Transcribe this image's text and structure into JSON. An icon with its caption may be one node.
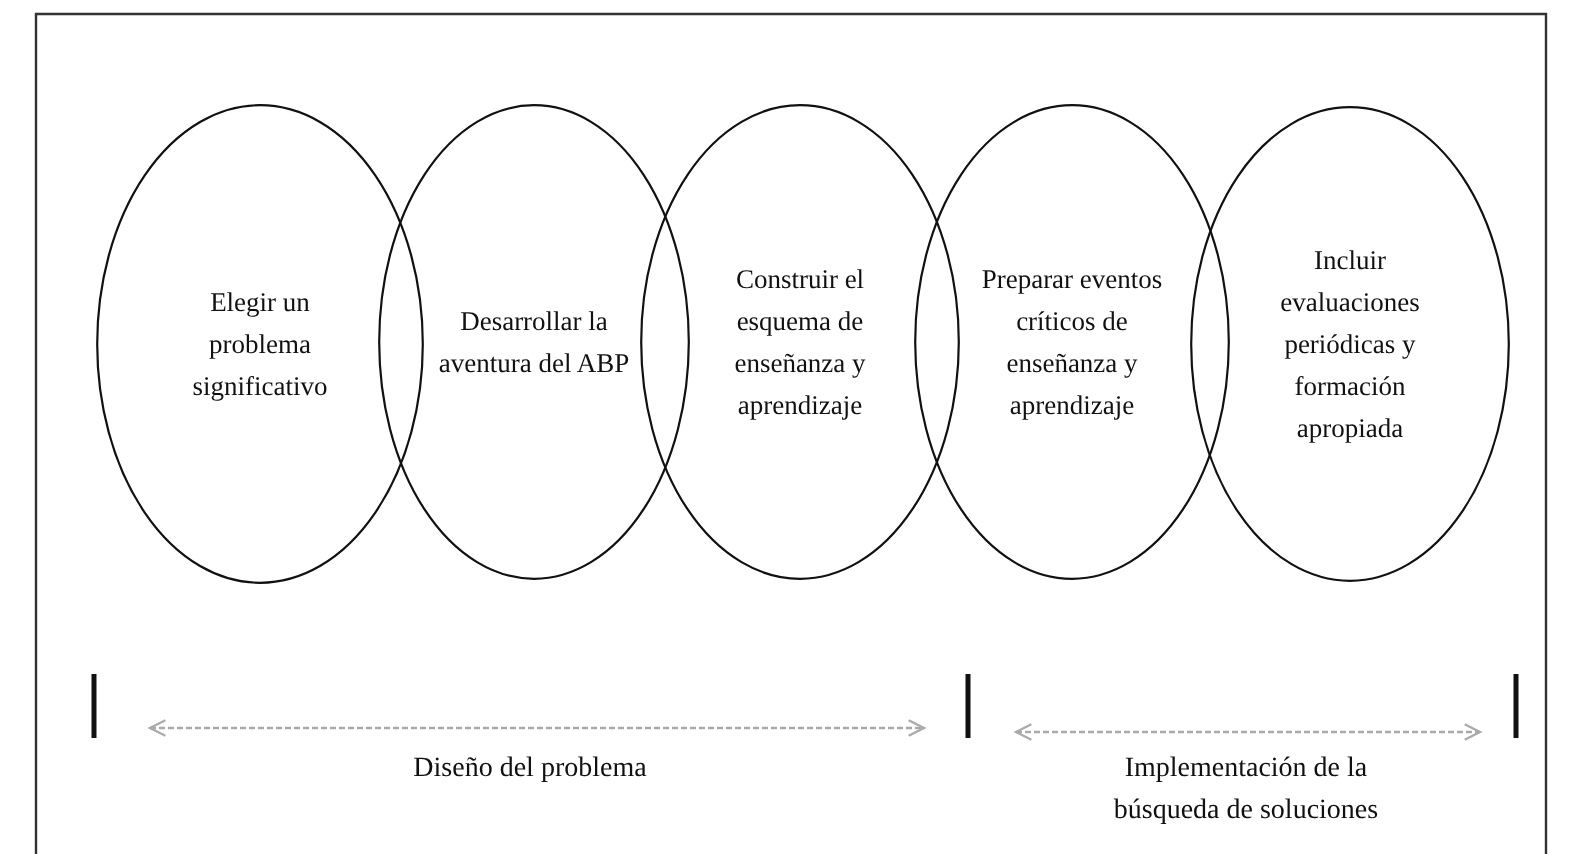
{
  "diagram": {
    "nodes": [
      {
        "text": [
          "Elegir un problema significativo"
        ]
      },
      {
        "text": [
          "Desarrollar la aventura del ABP"
        ]
      },
      {
        "text": [
          "Construir el esquema de enseñanza y aprendizaje"
        ]
      },
      {
        "text": [
          "Preparar eventos críticos de enseñanza y aprendizaje"
        ]
      },
      {
        "text": [
          "Incluir evaluaciones periódicas y formación apropiada"
        ]
      }
    ],
    "labels": [
      "Diseño del problema",
      "Implementación de la búsqueda de soluciones"
    ]
  }
}
